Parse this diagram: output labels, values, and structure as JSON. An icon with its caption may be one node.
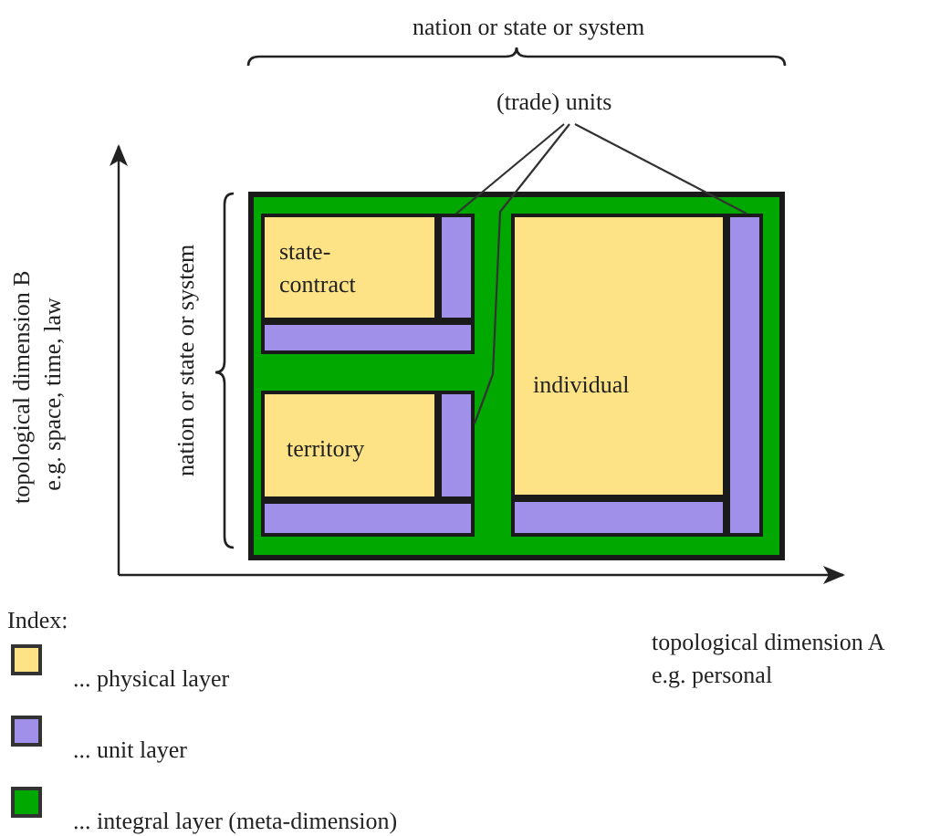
{
  "diagram": {
    "nodes": [
      {
        "text": [],
        "shape": "box"
      },
      {
        "text": [
          "state-contract"
        ],
        "in": 0
      },
      {
        "text": [],
        "shape": "bar",
        "in": 0
      },
      {
        "text": [],
        "shape": "bar",
        "in": 0
      },
      {
        "text": [
          "territory"
        ],
        "in": 0
      },
      {
        "text": [],
        "shape": "bar",
        "in": 0
      },
      {
        "text": [],
        "shape": "bar",
        "in": 0
      },
      {
        "text": [
          "individual"
        ],
        "in": 0
      },
      {
        "text": [],
        "shape": "bar",
        "in": 0
      },
      {
        "text": [],
        "shape": "bar",
        "in": 0
      },
      {
        "text": [
          "(trade) units"
        ]
      }
    ],
    "edges": [
      {
        "from": 10,
        "to": 2,
        "arrow": "none"
      },
      {
        "from": 10,
        "to": 5,
        "arrow": "none"
      },
      {
        "from": 10,
        "to": 9,
        "arrow": "none"
      }
    ],
    "labels": [
      "nation or state or system",
      "nation or state or system",
      "topological dimension B",
      "e.g. space, time, law",
      "Index:",
      "topological dimension A",
      "e.g. personal"
    ],
    "legend": [
      {
        "text": "... physical layer",
        "color": "#fde385"
      },
      {
        "text": "... unit layer",
        "color": "#a090ea"
      },
      {
        "text": "... integral layer (meta-dimension)",
        "color": "#00a800"
      }
    ]
  }
}
